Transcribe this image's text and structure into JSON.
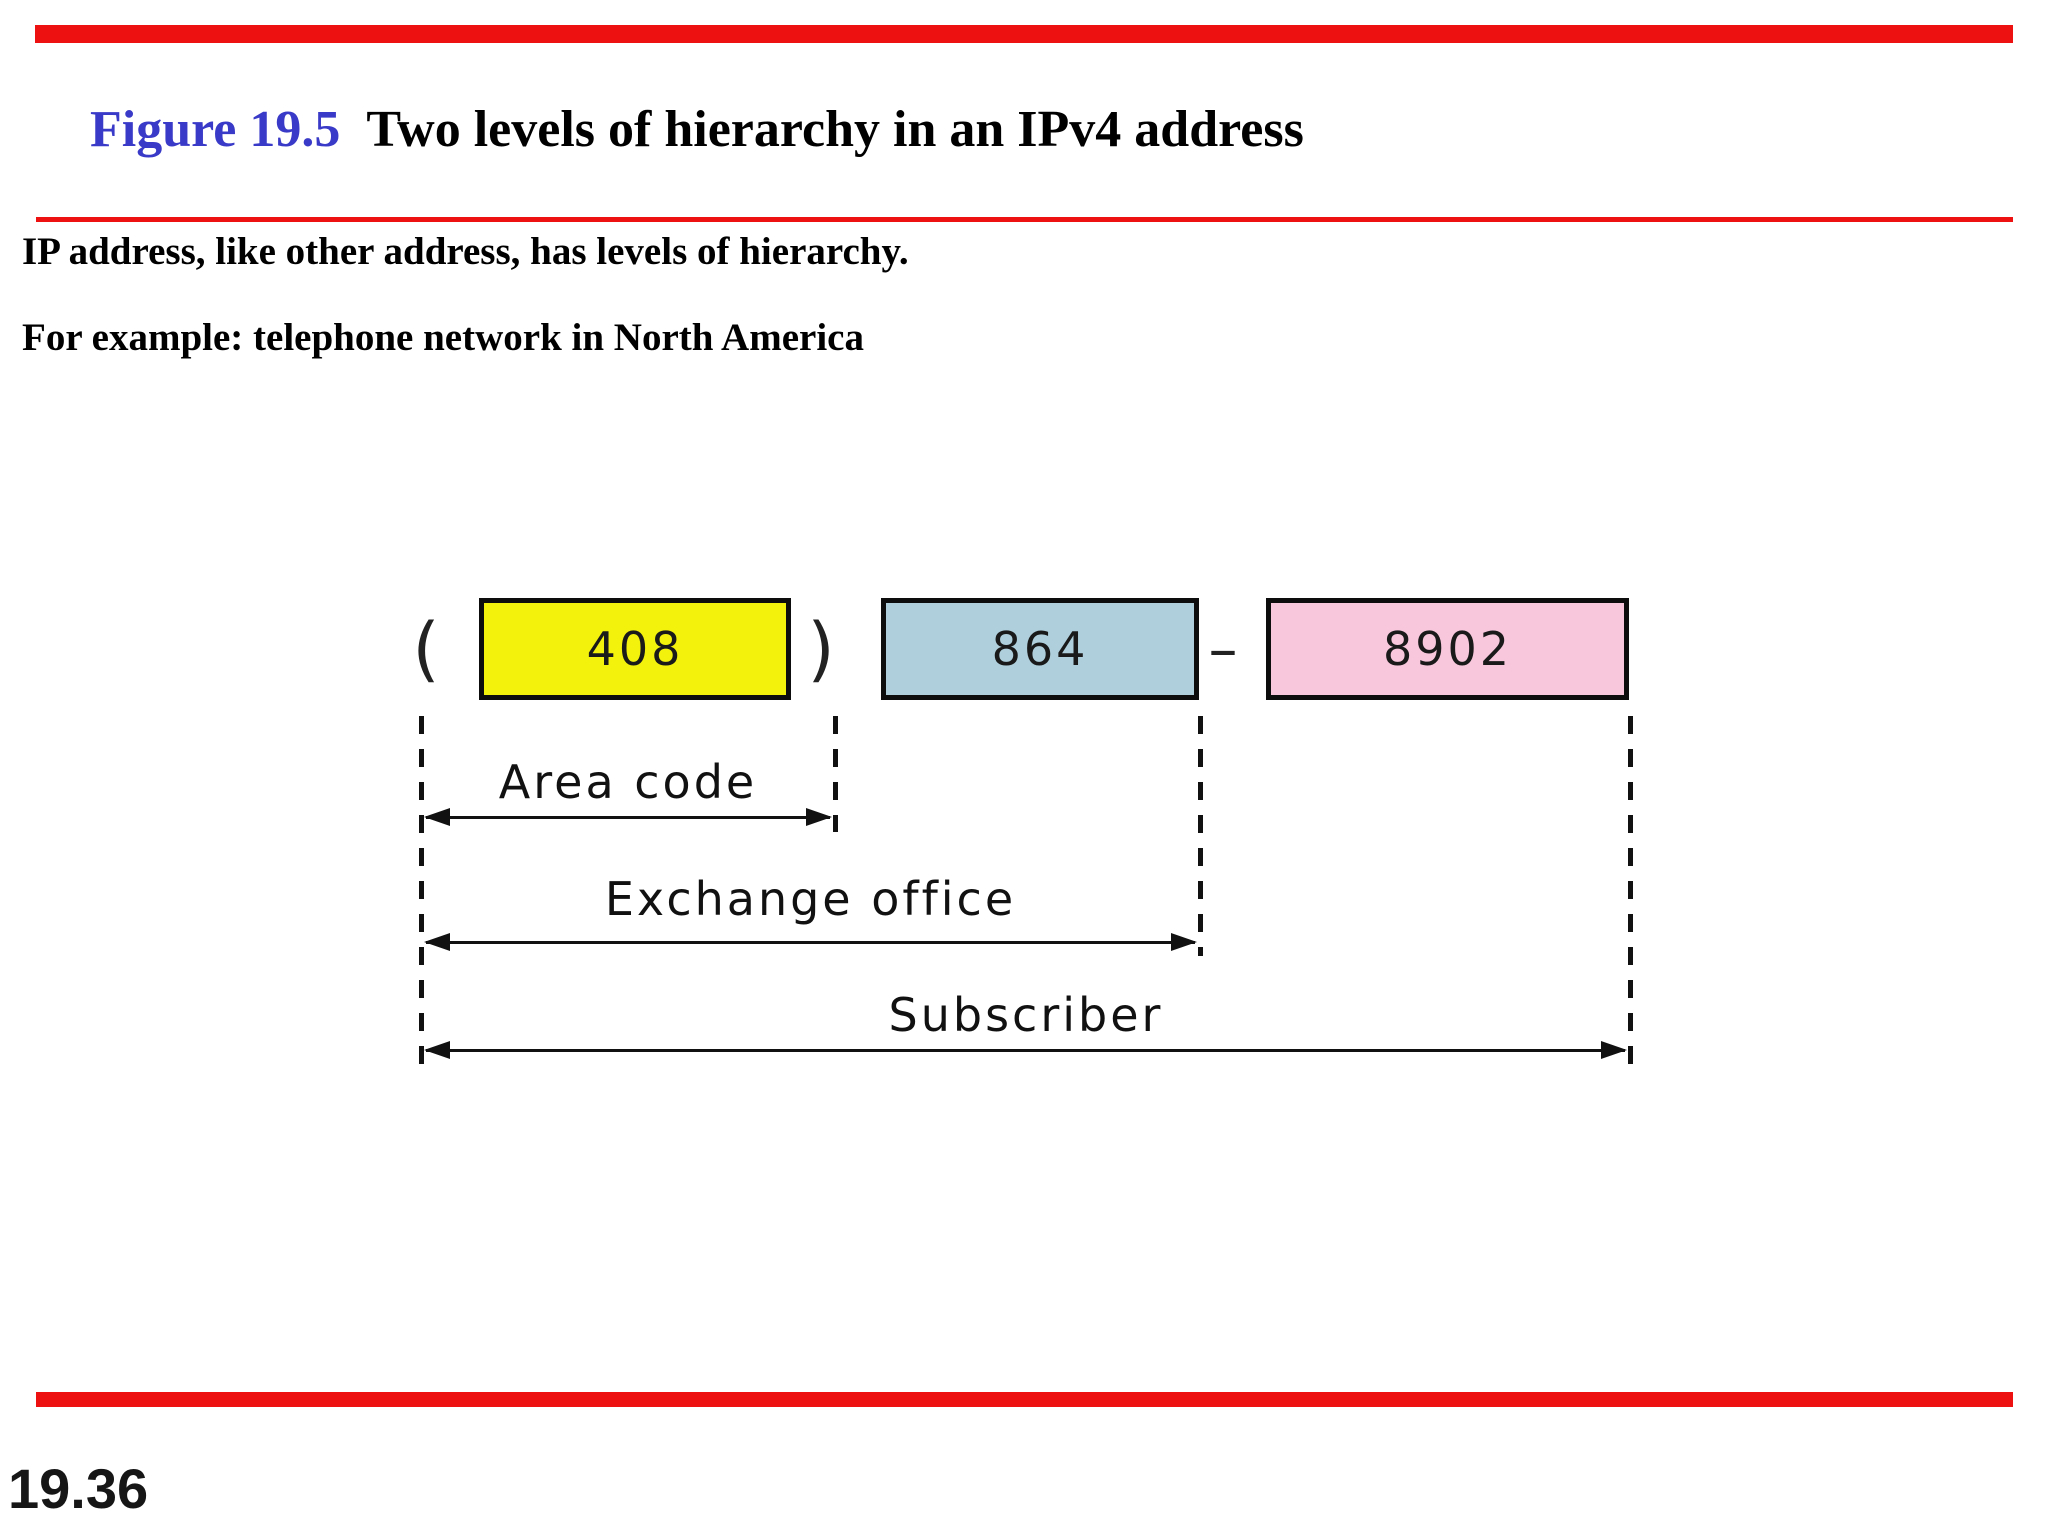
{
  "slide": {
    "figure_label": "Figure 19.5",
    "figure_title": "Two levels of hierarchy in an IPv4 address",
    "body_lines": [
      "IP address, like other address, has levels of hierarchy.",
      "For example: telephone network in North America"
    ],
    "page_number": "19.36"
  },
  "diagram": {
    "phone": {
      "open_paren": "(",
      "area_code": "408",
      "close_paren": ")",
      "exchange": "864",
      "separator": "–",
      "subscriber_number": "8902"
    },
    "levels": [
      {
        "label": "Area code"
      },
      {
        "label": "Exchange office"
      },
      {
        "label": "Subscriber"
      }
    ]
  },
  "colors": {
    "accent_red": "#ee1111",
    "figure_label_blue": "#3a3ac8",
    "area_code_fill": "#f2f20c",
    "exchange_fill": "#aecfdb",
    "subscriber_fill": "#f9c7dc",
    "line_black": "#111111"
  }
}
